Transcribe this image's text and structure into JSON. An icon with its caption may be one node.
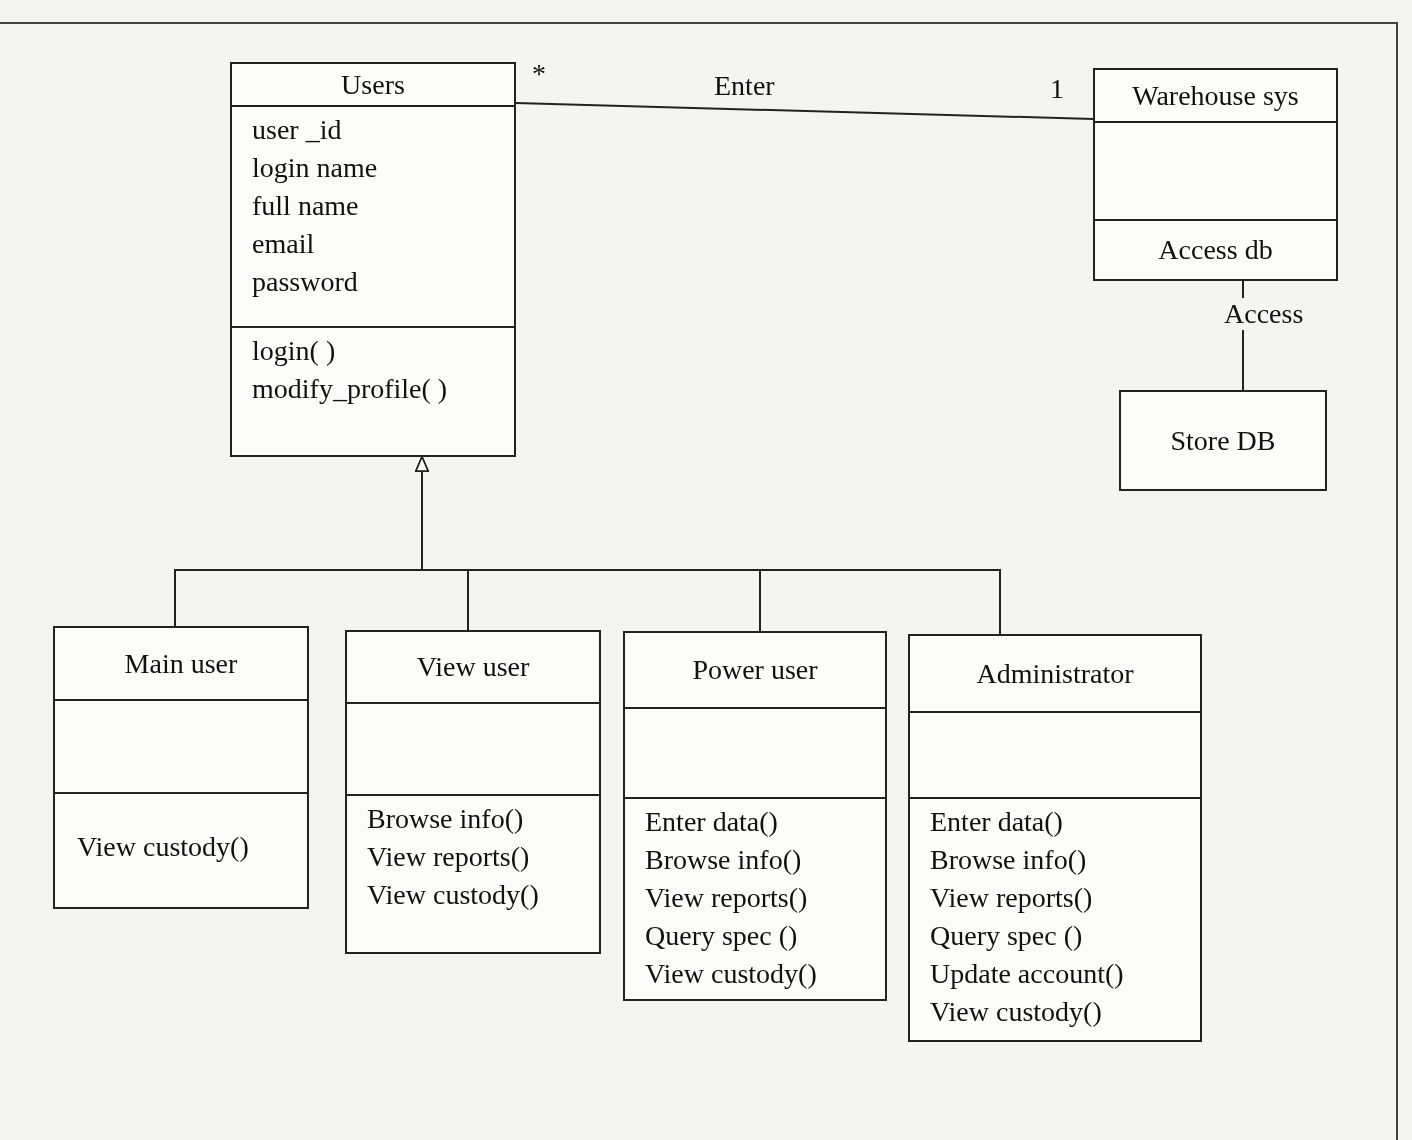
{
  "diagram": {
    "nodes": [
      {
        "text": [
          "Users",
          "user _id",
          "login name",
          "full name",
          "email",
          "password",
          "login( )",
          "modify_profile( )"
        ]
      },
      {
        "text": [
          "Warehouse sys",
          "Access db"
        ]
      },
      {
        "text": [
          "Store DB"
        ]
      },
      {
        "text": [
          "Main user",
          "View custody()"
        ]
      },
      {
        "text": [
          "View user",
          "Browse info()",
          "View reports()",
          "View custody()"
        ]
      },
      {
        "text": [
          "Power user",
          "Enter data()",
          "Browse info()",
          "View reports()",
          "Query spec ()",
          "View custody()"
        ]
      },
      {
        "text": [
          "Administrator",
          "Enter data()",
          "Browse info()",
          "View reports()",
          "Query spec ()",
          "Update account()",
          "View custody()"
        ]
      }
    ],
    "edges": [
      {
        "from": 0,
        "to": 1,
        "arrow": "none",
        "label": "Enter"
      },
      {
        "from": 1,
        "to": 2,
        "arrow": "none",
        "label": "Access"
      },
      {
        "from": 3,
        "to": 0,
        "arrow": "to"
      },
      {
        "from": 4,
        "to": 0,
        "arrow": "to"
      },
      {
        "from": 5,
        "to": 0,
        "arrow": "to"
      },
      {
        "from": 6,
        "to": 0,
        "arrow": "to"
      }
    ],
    "labels": [
      "*",
      "1"
    ]
  }
}
